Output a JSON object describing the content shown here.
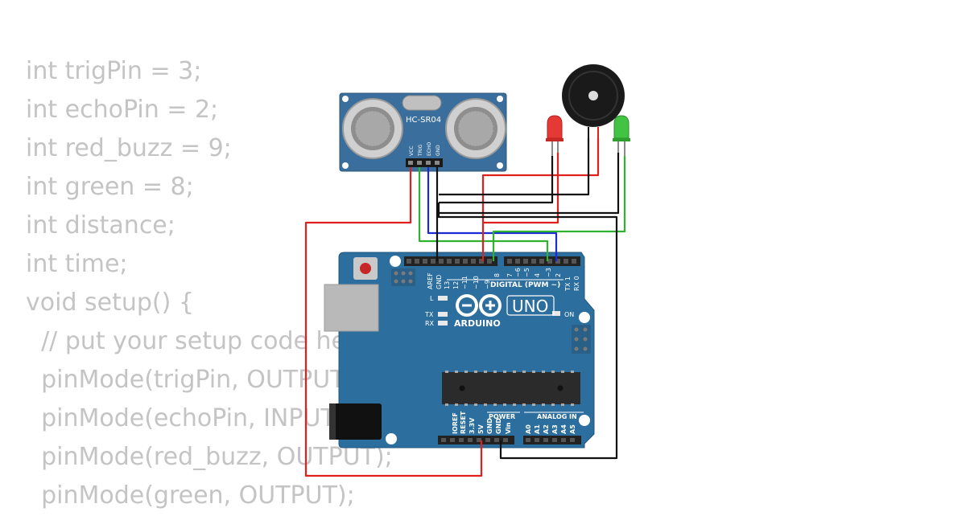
{
  "code_lines": [
    "int trigPin = 3;",
    "int echoPin = 2;",
    "int red_buzz = 9;",
    "int green = 8;",
    "int distance;",
    "int time;",
    "void setup() {",
    "  // put your setup code here, to run once:",
    "  pinMode(trigPin, OUTPUT);",
    "  pinMode(echoPin, INPUT);",
    "  pinMode(red_buzz, OUTPUT);",
    "  pinMode(green, OUTPUT);"
  ],
  "sensor": {
    "model": "HC-SR04",
    "pins": [
      "VCC",
      "TRIG",
      "ECHO",
      "GND"
    ]
  },
  "arduino": {
    "brand": "ARDUINO",
    "model": "UNO",
    "label_on": "ON",
    "label_l": "L",
    "label_tx": "TX",
    "label_rx": "RX",
    "digital_header": "DIGITAL (PWM ~)",
    "digital_pins": [
      "AREF",
      "GND",
      "13",
      "12",
      "~11",
      "~10",
      "~9",
      "8",
      "7",
      "~6",
      "~5",
      "4",
      "~3",
      "2",
      "TX 1",
      "RX 0"
    ],
    "power_header": "POWER",
    "power_pins": [
      "IOREF",
      "RESET",
      "3.3V",
      "5V",
      "GND",
      "GND",
      "Vin"
    ],
    "analog_header": "ANALOG IN",
    "analog_pins": [
      "A0",
      "A1",
      "A2",
      "A3",
      "A4",
      "A5"
    ]
  },
  "colors": {
    "board": "#2c6e9e",
    "sensor_board": "#3a6e9c",
    "wire_red": "#e0201c",
    "wire_green": "#2fb22f",
    "wire_blue": "#1a2bd6",
    "wire_black": "#111111",
    "led_red": "#e53935",
    "led_green": "#43c343"
  }
}
